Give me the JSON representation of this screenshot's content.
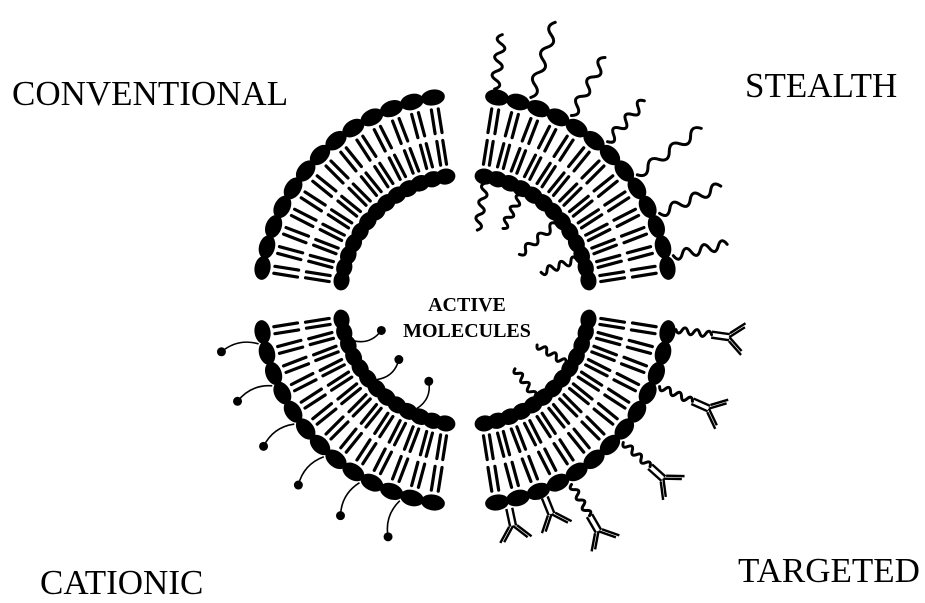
{
  "labels": {
    "conventional": "CONVENTIONAL",
    "stealth": "STEALTH",
    "cationic": "CATIONIC",
    "targeted": "TARGETED",
    "center_line1": "ACTIVE",
    "center_line2": "MOLECULES"
  },
  "colors": {
    "ink": "#000000",
    "background": "#ffffff"
  }
}
